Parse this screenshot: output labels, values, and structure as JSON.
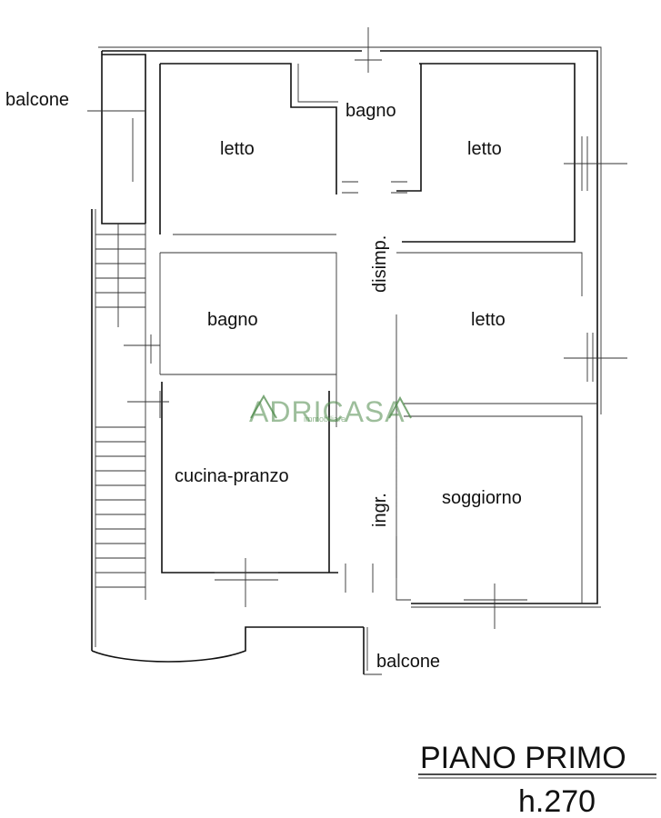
{
  "plan": {
    "rooms": {
      "letto_nw": "letto",
      "bagno_top": "bagno",
      "letto_ne": "letto",
      "bagno_w": "bagno",
      "letto_e": "letto",
      "cucina": "cucina-pranzo",
      "soggiorno": "soggiorno",
      "disimpegno": "disimp.",
      "ingresso": "ingr."
    },
    "balcone_top": "balcone",
    "balcone_bottom": "balcone",
    "title": "PIANO PRIMO",
    "height": "h.270"
  },
  "watermark": {
    "brand": "ADRICASA",
    "sub": "immobiliare",
    "color": "#4e8a4a"
  }
}
